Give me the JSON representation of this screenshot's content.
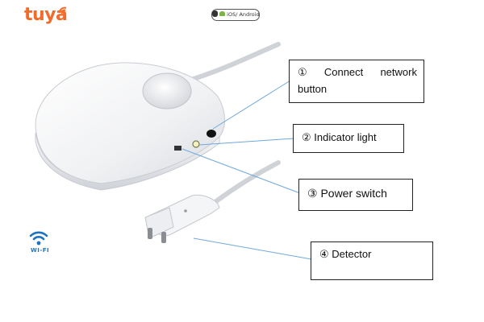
{
  "brand": {
    "logo_text": "tuya"
  },
  "platform_badge": {
    "text": "iOS/ Android"
  },
  "wifi_logo": {
    "label": "WI-FI"
  },
  "callouts": [
    {
      "number": "①",
      "words": [
        "Connect",
        "network",
        "button"
      ]
    },
    {
      "text": "② Indicator light"
    },
    {
      "text": "③ Power switch"
    },
    {
      "text": "④ Detector"
    }
  ],
  "colors": {
    "brand": "#f26b2a",
    "wifi": "#1e73be",
    "leader_line": "#6fa8dc"
  }
}
